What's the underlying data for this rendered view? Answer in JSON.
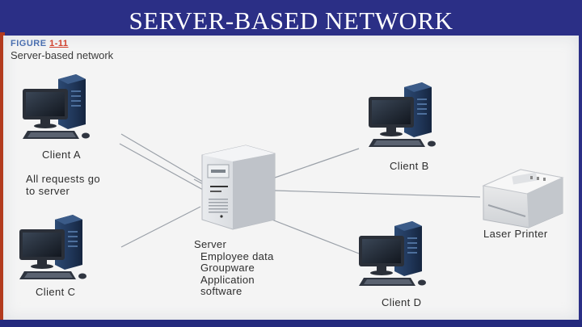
{
  "slide": {
    "title": "SERVER-BASED NETWORK"
  },
  "figure": {
    "label_prefix": "FIGURE ",
    "label_number": "1-11",
    "caption": "Server-based network"
  },
  "nodes": {
    "client_a": "Client A",
    "client_b": "Client B",
    "client_c": "Client C",
    "client_d": "Client D",
    "printer": "Laser Printer",
    "server": {
      "title": "Server",
      "roles": [
        "Employee data",
        "Groupware",
        "Application",
        "software"
      ]
    }
  },
  "annotation": {
    "lines": [
      "All requests go",
      "to server"
    ]
  },
  "icons": {
    "computer": "desktop-computer-icon",
    "server": "server-tower-icon",
    "printer": "laser-printer-icon"
  },
  "colors": {
    "title_bar": "#2b2f86",
    "accent_bar": "#b23a1e",
    "tower": "#1f3557",
    "monitor_screen": "#1e2530",
    "connection_line": "#9aa0a8"
  }
}
